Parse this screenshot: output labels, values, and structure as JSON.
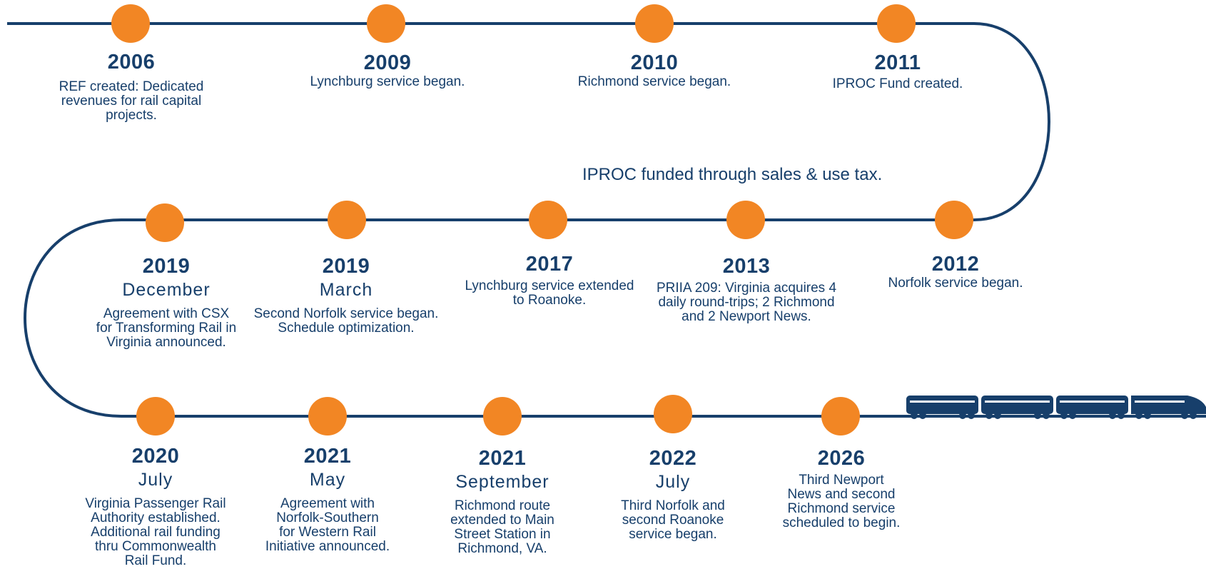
{
  "colors": {
    "line": "#173f6b",
    "dot": "#f28624",
    "text": "#173f6b"
  },
  "note": "IPROC funded through sales & use tax.",
  "train_icon": "train-icon",
  "events": [
    {
      "id": "2006",
      "year": "2006",
      "month": "",
      "desc": [
        "REF created: Dedicated",
        "revenues for rail capital",
        "projects."
      ]
    },
    {
      "id": "2009",
      "year": "2009",
      "month": "",
      "desc": [
        "Lynchburg service began."
      ]
    },
    {
      "id": "2010",
      "year": "2010",
      "month": "",
      "desc": [
        "Richmond service began."
      ]
    },
    {
      "id": "2011",
      "year": "2011",
      "month": "",
      "desc": [
        "IPROC Fund created."
      ]
    },
    {
      "id": "2012",
      "year": "2012",
      "month": "",
      "desc": [
        "Norfolk service began."
      ]
    },
    {
      "id": "2013",
      "year": "2013",
      "month": "",
      "desc": [
        "PRIIA 209: Virginia acquires 4",
        "daily round-trips; 2 Richmond",
        "and 2 Newport News."
      ]
    },
    {
      "id": "2017",
      "year": "2017",
      "month": "",
      "desc": [
        "Lynchburg service extended",
        "to Roanoke."
      ]
    },
    {
      "id": "2019-march",
      "year": "2019",
      "month": "March",
      "desc": [
        "Second Norfolk service began.",
        "Schedule optimization."
      ]
    },
    {
      "id": "2019-december",
      "year": "2019",
      "month": "December",
      "desc": [
        "Agreement with CSX",
        "for Transforming Rail in",
        "Virginia announced."
      ]
    },
    {
      "id": "2020-july",
      "year": "2020",
      "month": "July",
      "desc": [
        "Virginia Passenger Rail",
        "Authority established.",
        "Additional rail funding",
        "thru Commonwealth",
        "Rail Fund."
      ]
    },
    {
      "id": "2021-may",
      "year": "2021",
      "month": "May",
      "desc": [
        "Agreement with",
        "Norfolk-Southern",
        "for Western Rail",
        "Initiative announced."
      ]
    },
    {
      "id": "2021-september",
      "year": "2021",
      "month": "September",
      "desc": [
        "Richmond route",
        "extended to Main",
        "Street Station in",
        "Richmond, VA."
      ]
    },
    {
      "id": "2022-july",
      "year": "2022",
      "month": "July",
      "desc": [
        "Third Norfolk and",
        "second Roanoke",
        "service began."
      ]
    },
    {
      "id": "2026",
      "year": "2026",
      "month": "",
      "desc": [
        "Third Newport",
        "News and second",
        "Richmond service",
        "scheduled to begin."
      ]
    }
  ]
}
